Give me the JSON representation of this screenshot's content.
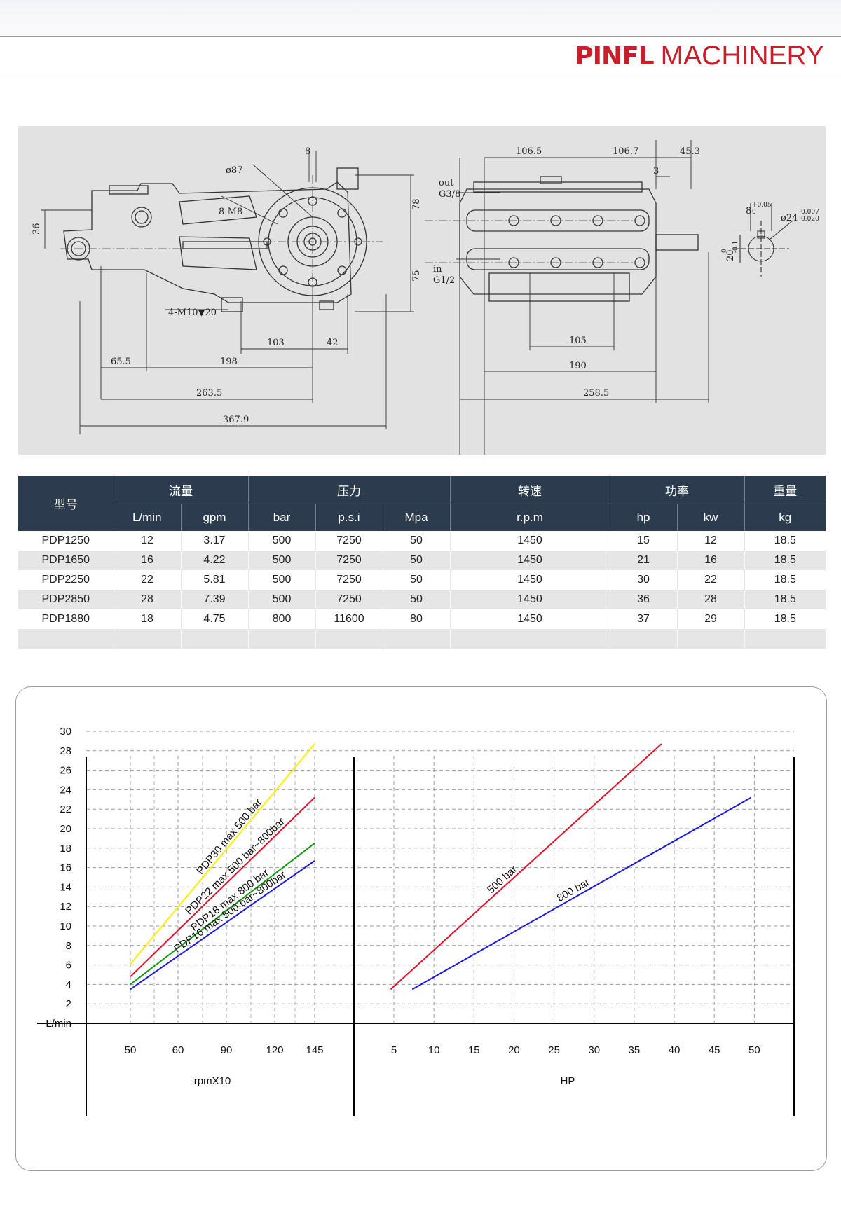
{
  "brand": {
    "logo_text": "PINFL",
    "name": "MACHINERY",
    "color": "#c8202a"
  },
  "drawing": {
    "side_view_dims": [
      "ø87",
      "8",
      "8-M8",
      "78",
      "36",
      "75",
      "4-M10▼20",
      "103",
      "42",
      "65.5",
      "198",
      "263.5",
      "367.9"
    ],
    "front_view_dims": [
      "106.5",
      "106.7",
      "45.3",
      "3",
      "out",
      "G3/8",
      "in",
      "G1/2",
      "105",
      "190",
      "258.5"
    ],
    "shaft_dims": {
      "keyway": "8",
      "keyway_tol": "+0.05",
      "keyway_tol_lo": "0",
      "shaft": "ø24",
      "shaft_tol_hi": "-0.007",
      "shaft_tol_lo": "-0.020",
      "height": "20",
      "height_tol_hi": "0",
      "height_tol_lo": "-0.1"
    }
  },
  "spec_table": {
    "groups": [
      "型号",
      "流量",
      "压力",
      "转速",
      "功率",
      "重量"
    ],
    "units": [
      "L/min",
      "gpm",
      "bar",
      "p.s.i",
      "Mpa",
      "r.p.m",
      "hp",
      "kw",
      "kg"
    ],
    "rows": [
      [
        "PDP1250",
        "12",
        "3.17",
        "500",
        "7250",
        "50",
        "1450",
        "15",
        "12",
        "18.5"
      ],
      [
        "PDP1650",
        "16",
        "4.22",
        "500",
        "7250",
        "50",
        "1450",
        "21",
        "16",
        "18.5"
      ],
      [
        "PDP2250",
        "22",
        "5.81",
        "500",
        "7250",
        "50",
        "1450",
        "30",
        "22",
        "18.5"
      ],
      [
        "PDP2850",
        "28",
        "7.39",
        "500",
        "7250",
        "50",
        "1450",
        "36",
        "28",
        "18.5"
      ],
      [
        "PDP1880",
        "18",
        "4.75",
        "800",
        "11600",
        "80",
        "1450",
        "37",
        "29",
        "18.5"
      ],
      [
        "",
        "",
        "",
        "",
        "",
        "",
        "",
        "",
        "",
        ""
      ]
    ]
  },
  "chart_data": [
    {
      "type": "line",
      "xlabel": "rpmX10",
      "ylabel": "L/min",
      "x_ticks": [
        "50",
        "60",
        "90",
        "120",
        "145"
      ],
      "y_ticks": [
        2,
        4,
        6,
        8,
        10,
        12,
        14,
        16,
        18,
        20,
        22,
        24,
        26,
        28,
        30
      ],
      "ylim": [
        0,
        31
      ],
      "grid": true,
      "series": [
        {
          "name": "PDP30  max 500 bar",
          "color": "#ffee00",
          "x": [
            "50",
            "145"
          ],
          "y": [
            6.1,
            28.7
          ]
        },
        {
          "name": "PDP22  max 500 bar~800bar",
          "color": "#e0102a",
          "x": [
            "50",
            "145"
          ],
          "y": [
            4.8,
            23.2
          ]
        },
        {
          "name": "PDP18  max 800 bar",
          "color": "#119911",
          "x": [
            "50",
            "145"
          ],
          "y": [
            4.0,
            18.5
          ]
        },
        {
          "name": "PDP16  max 500 bar~800bar",
          "color": "#1a1adf",
          "x": [
            "50",
            "145"
          ],
          "y": [
            3.5,
            16.7
          ]
        }
      ]
    },
    {
      "type": "line",
      "xlabel": "HP",
      "x_ticks": [
        5,
        10,
        15,
        20,
        25,
        30,
        35,
        40,
        45,
        50
      ],
      "xlim": [
        0,
        55
      ],
      "ylim": [
        0,
        31
      ],
      "grid": true,
      "series": [
        {
          "name": "500 bar",
          "color": "#e0102a",
          "x": [
            4.6,
            38.4
          ],
          "y": [
            3.5,
            28.7
          ]
        },
        {
          "name": "800 bar",
          "color": "#1a1adf",
          "x": [
            7.3,
            49.6
          ],
          "y": [
            3.5,
            23.2
          ]
        }
      ]
    }
  ]
}
